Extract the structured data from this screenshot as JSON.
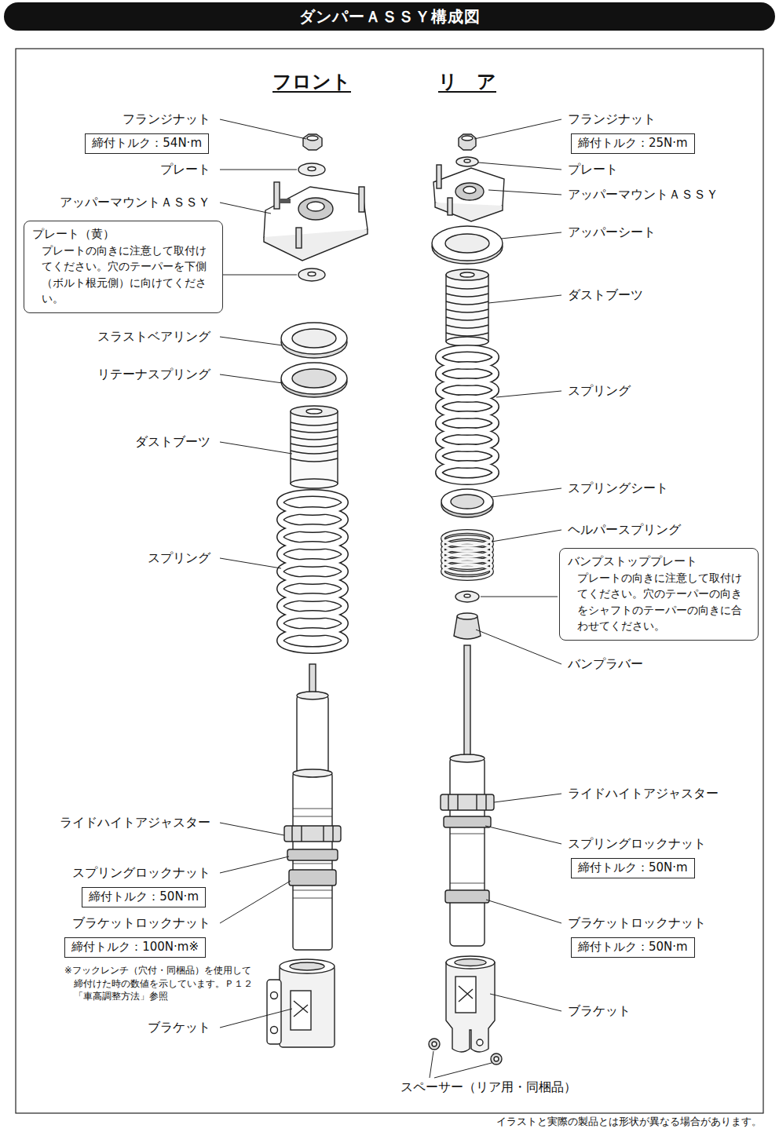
{
  "diagram": {
    "title": "ダンパーＡＳＳＹ構成図",
    "caption": "イラストと実際の製品とは形状が異なる場合があります。",
    "nodes": [
      {
        "text": [
          "締付トルク：54N·m"
        ]
      },
      {
        "text": [
          "締付トルク：25N·m"
        ]
      },
      {
        "text": [
          "プレート（黄）",
          "プレートの向きに注意して取付けてください。穴のテーパーを下側（ボルト根元側）に向けてください。"
        ]
      },
      {
        "text": [
          "バンプストッププレート",
          "プレートの向きに注意して取付けてください。穴のテーパーの向きをシャフトのテーパーの向きに合わせてください。"
        ]
      },
      {
        "text": [
          "締付トルク：50N·m"
        ]
      },
      {
        "text": [
          "締付トルク：50N·m"
        ]
      },
      {
        "text": [
          "締付トルク：50N·m"
        ]
      },
      {
        "text": [
          "締付トルク：100N·m※"
        ]
      }
    ],
    "labels": [
      "フロント",
      "リ　ア",
      "フランジナット",
      "プレート",
      "アッパーマウントＡＳＳＹ",
      "スラストベアリング",
      "リテーナスプリング",
      "ダストブーツ",
      "スプリング",
      "ライドハイトアジャスター",
      "スプリングロックナット",
      "ブラケットロックナット",
      "※フックレンチ（穴付・同梱品）を使用して締付けた時の数値を示しています。Ｐ１２「車高調整方法」参照",
      "ブラケット",
      "フランジナット",
      "プレート",
      "アッパーマウントＡＳＳＹ",
      "アッパーシート",
      "ダストブーツ",
      "スプリング",
      "スプリングシート",
      "ヘルパースプリング",
      "バンプラバー",
      "ライドハイトアジャスター",
      "スプリングロックナット",
      "ブラケットロックナット",
      "ブラケット",
      "スペーサー（リア用・同梱品）"
    ]
  }
}
